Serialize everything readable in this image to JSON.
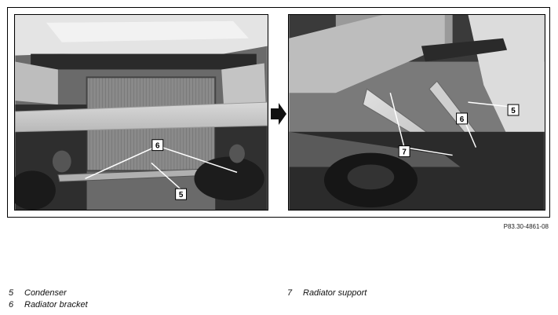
{
  "figure": {
    "left_callouts": [
      "6",
      "5"
    ],
    "right_callouts": [
      "6",
      "5",
      "7"
    ],
    "reference_code": "P83.30-4861-08"
  },
  "legend": [
    {
      "num": "5",
      "label": "Condenser"
    },
    {
      "num": "6",
      "label": "Radiator bracket"
    },
    {
      "num": "7",
      "label": "Radiator support"
    }
  ]
}
